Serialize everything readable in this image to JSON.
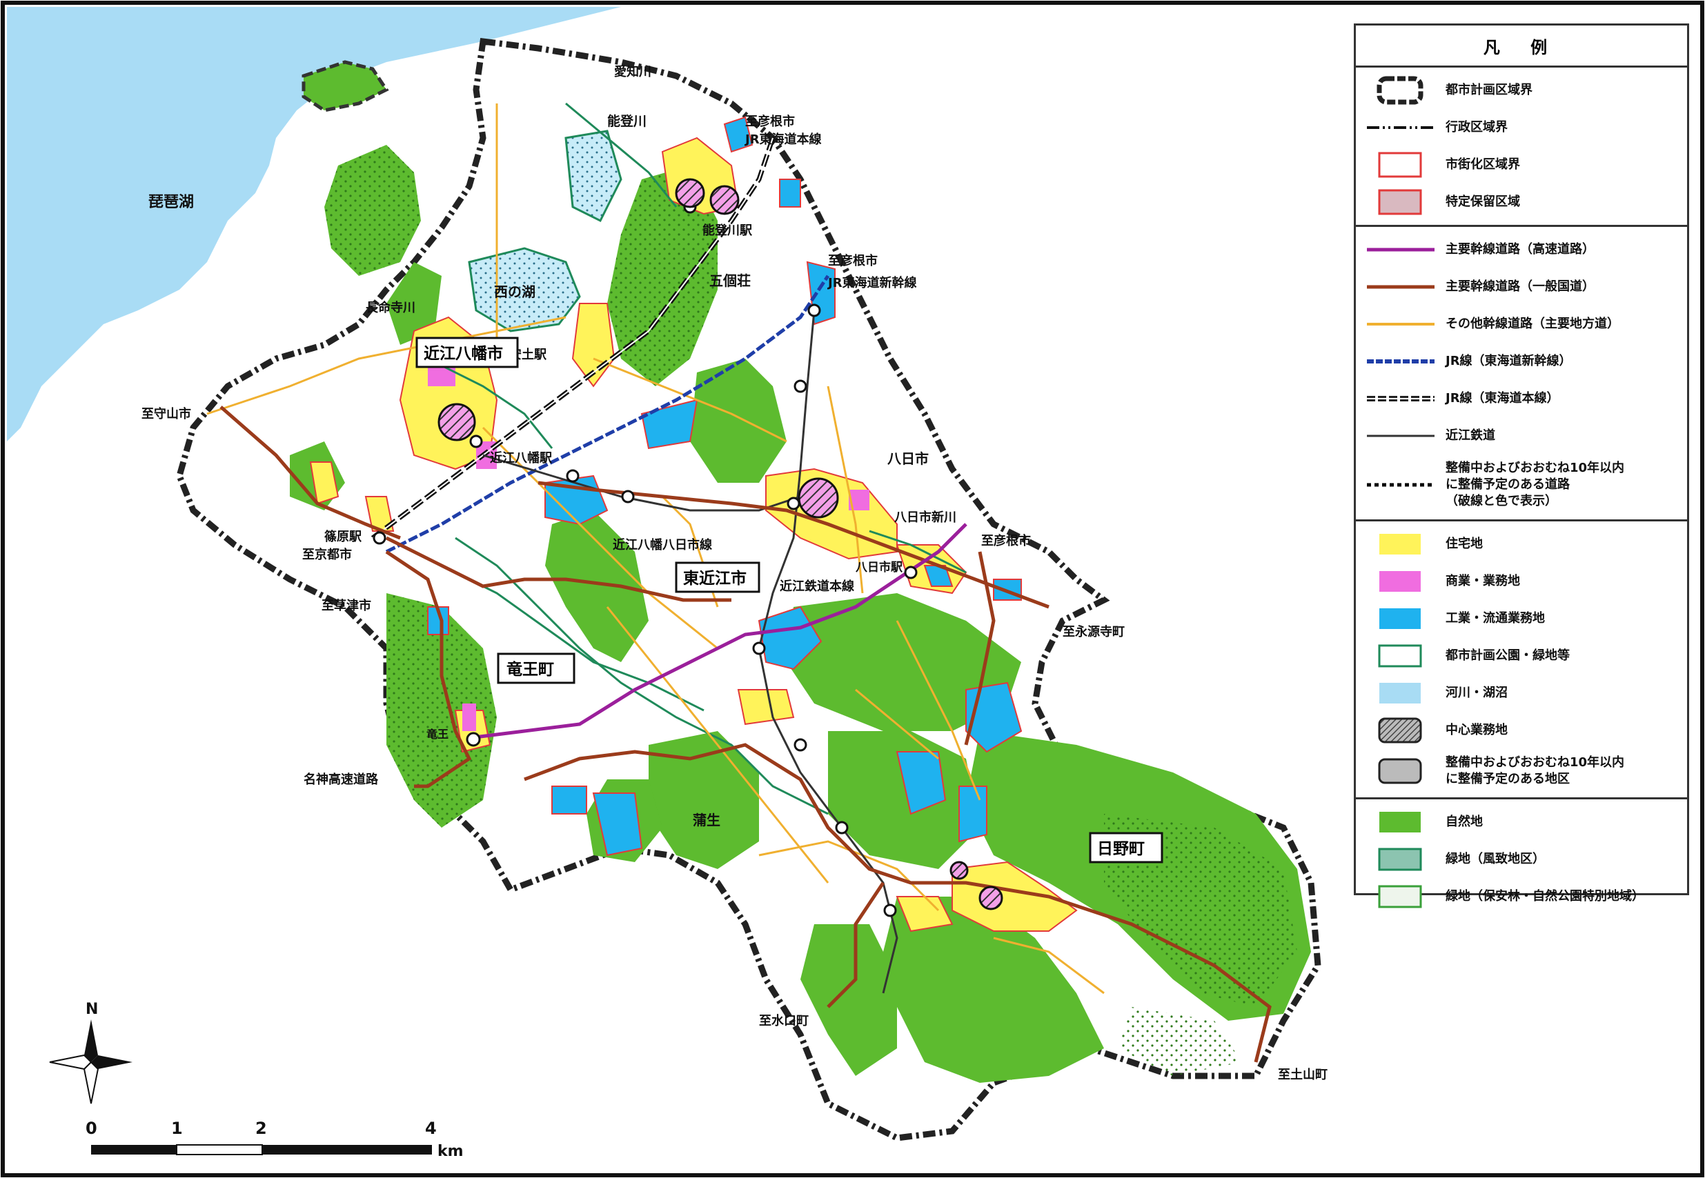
{
  "legend": {
    "title": "凡 例",
    "boundary_items": [
      {
        "label": "都市計画区域界",
        "icon": "city-planning-boundary-symbol"
      },
      {
        "label": "行政区域界",
        "icon": "administrative-boundary-symbol"
      },
      {
        "label": "市街化区域界",
        "icon": "urbanization-area-boundary-symbol"
      },
      {
        "label": "特定保留区域",
        "icon": "special-reserve-area-symbol"
      }
    ],
    "road_items": [
      {
        "label": "主要幹線道路（高速道路）",
        "color": "#9b1f9b"
      },
      {
        "label": "主要幹線道路（一般国道）",
        "color": "#9b3b1b"
      },
      {
        "label": "その他幹線道路（主要地方道）",
        "color": "#f0b030"
      },
      {
        "label": "JR線（東海道新幹線）",
        "color": "#1f3ea8"
      },
      {
        "label": "JR線（東海道本線）",
        "color": "#222222"
      },
      {
        "label": "近江鉄道",
        "color": "#333333"
      },
      {
        "label_line1": "整備中およびおおむね10年以内",
        "label_line2": "に整備予定のある道路",
        "label_line3": "（破線と色で表示）",
        "color": "#000000"
      }
    ],
    "landuse_items": [
      {
        "label": "住宅地",
        "color": "#fff35a"
      },
      {
        "label": "商業・業務地",
        "color": "#f06de0"
      },
      {
        "label": "工業・流通業務地",
        "color": "#1fb2ef"
      },
      {
        "label": "都市計画公園・緑地等",
        "color": "#1f8a5a"
      },
      {
        "label": "河川・湖沼",
        "color": "#a8dcf4"
      },
      {
        "label": "中心業務地",
        "color": "#888888"
      },
      {
        "label_line1": "整備中およびおおむね10年以内",
        "label_line2": "に整備予定のある地区",
        "color": "#bbbbbb"
      }
    ],
    "nature_items": [
      {
        "label": "自然地",
        "color": "#5dbb2f"
      },
      {
        "label": "緑地（風致地区）",
        "color": "#8cc4b0"
      },
      {
        "label": "緑地（保安林・自然公園特別地域）",
        "color": "#eef5ec"
      }
    ]
  },
  "map_labels": {
    "lake": "琵琶湖",
    "echi_river": "愛知川",
    "noto_river": "能登川",
    "to_hikone_north": "至彦根市",
    "jr_tokaido_main": "JR東海道本線",
    "notogawa_station": "能登川駅",
    "to_hikone_mid": "至彦根市",
    "jr_shinkansen": "JR東海道新幹線",
    "gokasho": "五個荘",
    "nishinoko": "西の湖",
    "chomeiji_river": "長命寺川",
    "omihachiman_city": "近江八幡市",
    "azuchi_station": "安土駅",
    "to_moriyama": "至守山市",
    "omihachiman_station": "近江八幡駅",
    "yokaichi_city": "八日市",
    "yokaichi_shinkawa": "八日市新川",
    "shinohara_station": "篠原駅",
    "to_kyoto": "至京都市",
    "omihachiman_yokaichi_line": "近江八幡八日市線",
    "higashiomi_city": "東近江市",
    "to_hikone_east": "至彦根市",
    "yokaichi_station": "八日市駅",
    "ohmi_railway": "近江鉄道本線",
    "to_kusatsu": "至草津市",
    "to_eigenji": "至永源寺町",
    "ryuo_town": "竜王町",
    "ryuo_ic": "竜王",
    "meishin_expressway": "名神高速道路",
    "gamo": "蒲生",
    "hino_town": "日野町",
    "to_minakuchi": "至水口町",
    "to_tsuchiyama": "至土山町"
  },
  "compass": {
    "north": "N"
  },
  "scale_bar": {
    "ticks": [
      "0",
      "1",
      "2",
      "4"
    ],
    "unit": "km",
    "max_km": 4
  },
  "colors": {
    "lake": "#a9dcf5",
    "land": "#ffffff",
    "nature": "#5dbb2f",
    "residential": "#fff35a",
    "commercial": "#f06de0",
    "industrial": "#1fb2ef",
    "expressway": "#9b1f9b",
    "national_road": "#9b3b1b",
    "prefectural_road": "#f0b030",
    "shinkansen": "#1f3ea8"
  }
}
